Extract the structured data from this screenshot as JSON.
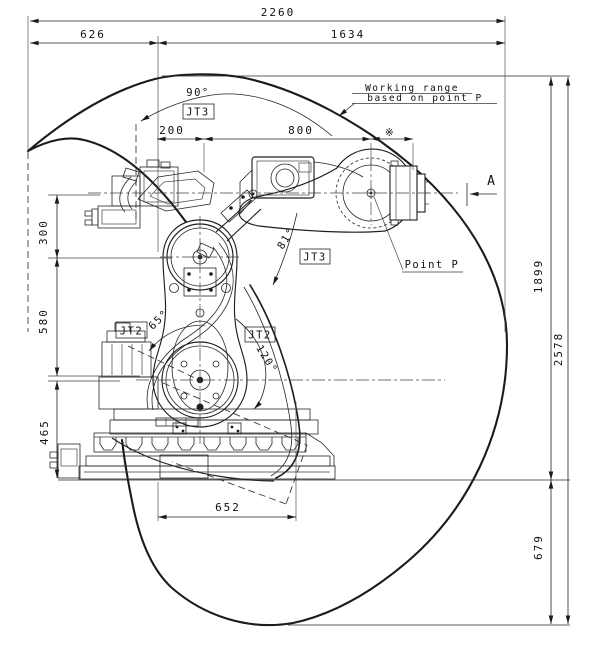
{
  "annotations": {
    "working_range_line1": "Working range",
    "working_range_line2": "based on point P",
    "point_p": "Point P",
    "view_a": "A",
    "reference_mark": "※"
  },
  "joint_labels": {
    "jt3_top": "JT3",
    "jt3_mid": "JT3",
    "jt2_left": "JT2",
    "jt2_right": "JT2"
  },
  "angle_labels": {
    "jt3_swing": "90°",
    "jt3_lower": "81°",
    "jt2_back": "65°",
    "jt2_forward": "120°"
  },
  "dimensions": {
    "total_width": "2260",
    "left_of_axis": "626",
    "right_of_axis": "1634",
    "axis_offset": "200",
    "forearm": "800",
    "upper": "300",
    "lower_arm": "580",
    "base_height": "465",
    "floor_radius": "652",
    "height_above_floor": "1899",
    "total_height": "2578",
    "below_floor": "679"
  }
}
